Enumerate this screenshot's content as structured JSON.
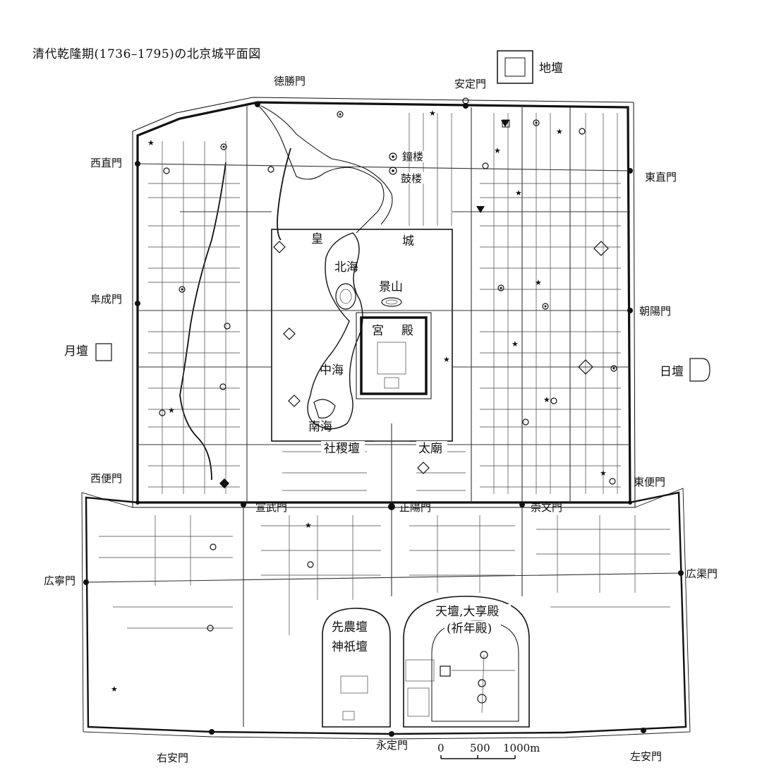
{
  "title": "清代乾隆期(1736–1795)の北京城平面図",
  "legend_altar": "地壇",
  "gates": {
    "desheng": "徳勝門",
    "anding": "安定門",
    "xizhi": "西直門",
    "dongzhi": "東直門",
    "fucheng": "阜成門",
    "chaoyang": "朝陽門",
    "xibian": "西便門",
    "dongbian": "東便門",
    "xuanwu": "宣武門",
    "zhengyang": "正陽門",
    "chongwen": "崇文門",
    "guangning": "広寧門",
    "guangqu": "広渠門",
    "yongding": "永定門",
    "youan": "右安門",
    "zuoan": "左安門"
  },
  "altars": {
    "moon": "月壇",
    "sun": "日壇"
  },
  "landmarks": {
    "bell_tower": "鐘楼",
    "drum_tower": "鼓楼",
    "imperial_city_1": "皇",
    "imperial_city_2": "城",
    "beihai": "北海",
    "jingshan": "景山",
    "palace_1": "宮",
    "palace_2": "殿",
    "zhonghai": "中海",
    "nanhai": "南海",
    "sheji": "社稷壇",
    "taimiao": "太廟",
    "xiannong": "先農壇",
    "shenqi": "神祇壇",
    "tiantan": "天壇,大享殿",
    "qinian": "(祈年殿)"
  },
  "scale": {
    "zero": "0",
    "mid": "500",
    "end": "1000m"
  }
}
